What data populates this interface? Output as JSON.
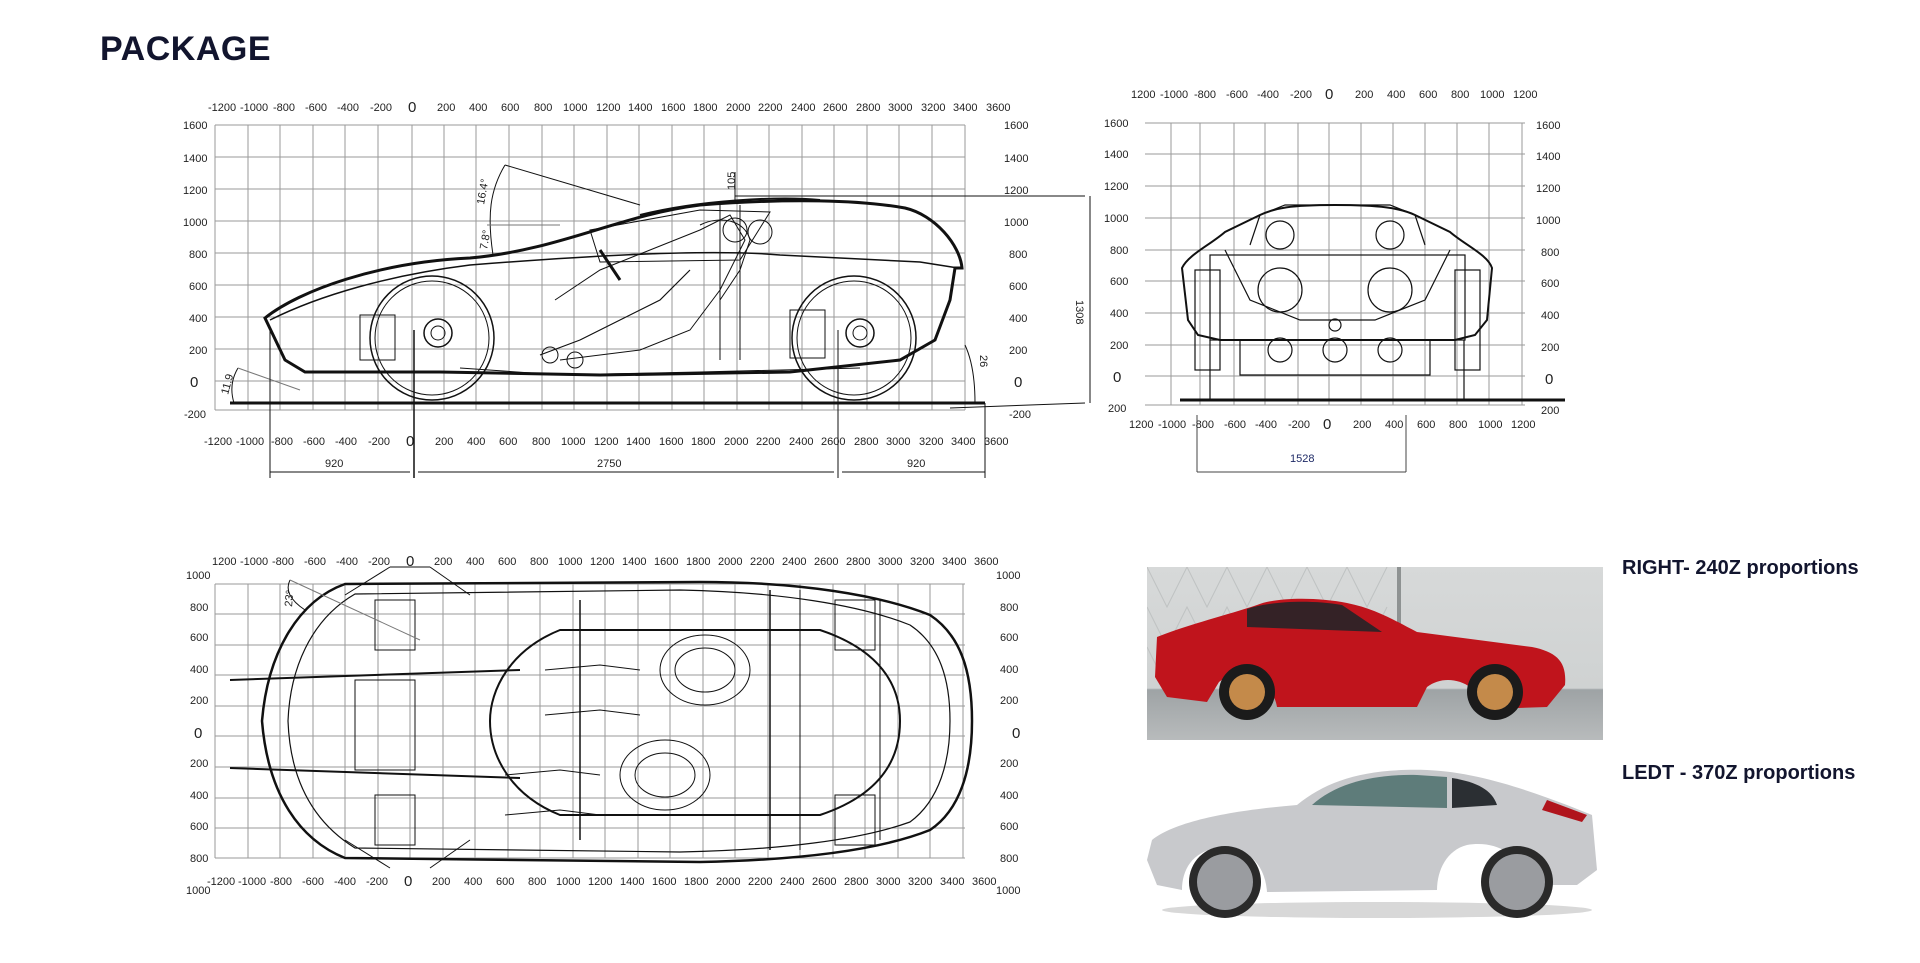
{
  "page": {
    "title": "PACKAGE"
  },
  "side_view": {
    "x_ticks": [
      "-1200",
      "-1000",
      "-800",
      "-600",
      "-400",
      "-200",
      "0",
      "200",
      "400",
      "600",
      "800",
      "1000",
      "1200",
      "1400",
      "1600",
      "1800",
      "2000",
      "2200",
      "2400",
      "2600",
      "2800",
      "3000",
      "3200",
      "3400",
      "3600"
    ],
    "y_ticks": [
      "1600",
      "1400",
      "1200",
      "1000",
      "800",
      "600",
      "400",
      "200",
      "0",
      "-200"
    ],
    "dimensions": {
      "front_overhang": "920",
      "wheelbase": "2750",
      "rear_overhang": "920",
      "height": "1308",
      "roof_offset": "105",
      "approach_angle": "11.9",
      "departure_angle": "26",
      "windshield_angle": "16.4°",
      "hood_angle": "7.8°"
    }
  },
  "front_view": {
    "x_ticks": [
      "1200",
      "-1000",
      "-800",
      "-600",
      "-400",
      "-200",
      "0",
      "200",
      "400",
      "600",
      "800",
      "1000",
      "1200"
    ],
    "y_ticks": [
      "1600",
      "1400",
      "1200",
      "1000",
      "800",
      "600",
      "400",
      "200",
      "0",
      "200"
    ],
    "dimensions": {
      "track_width": "1528"
    }
  },
  "top_view": {
    "x_ticks_top": [
      "1200",
      "-1000",
      "-800",
      "-600",
      "-400",
      "-200",
      "0",
      "200",
      "400",
      "600",
      "800",
      "1000",
      "1200",
      "1400",
      "1600",
      "1800",
      "2000",
      "2200",
      "2400",
      "2600",
      "2800",
      "3000",
      "3200",
      "3400",
      "3600"
    ],
    "x_ticks_bottom": [
      "-1200",
      "-1000",
      "-800",
      "-600",
      "-400",
      "-200",
      "0",
      "200",
      "400",
      "600",
      "800",
      "1000",
      "1200",
      "1400",
      "1600",
      "1800",
      "2000",
      "2200",
      "2400",
      "2600",
      "2800",
      "3000",
      "3200",
      "3400",
      "3600"
    ],
    "y_ticks": [
      "1000",
      "800",
      "600",
      "400",
      "200",
      "0",
      "200",
      "400",
      "600",
      "800",
      "1000"
    ],
    "dimensions": {
      "sweep_angle": "23°"
    }
  },
  "references": [
    {
      "caption": "RIGHT- 240Z proportions",
      "image": "red-240z-side-photo"
    },
    {
      "caption": "LEDT - 370Z proportions",
      "image": "silver-370z-side-photo"
    }
  ]
}
